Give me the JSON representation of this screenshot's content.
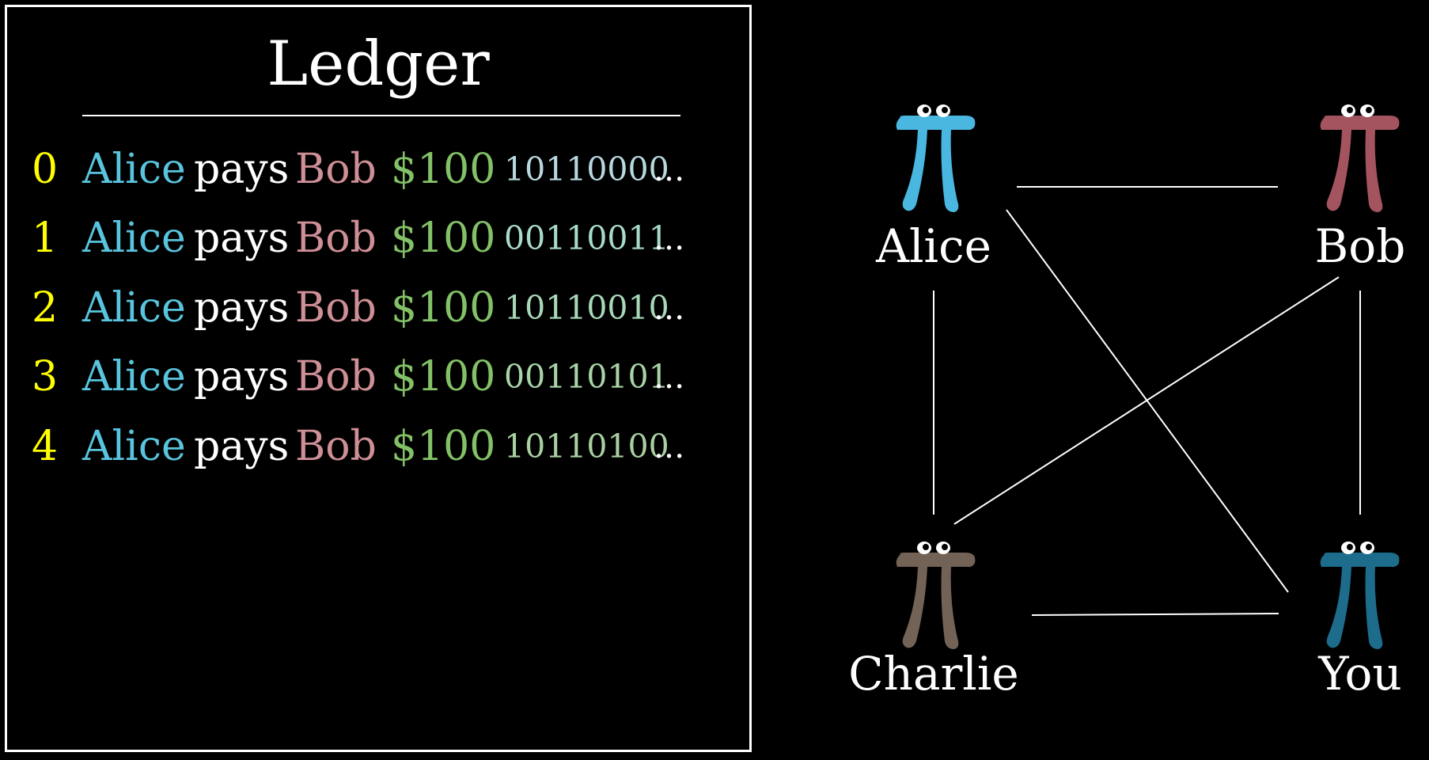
{
  "ledger": {
    "title": "Ledger",
    "rows": [
      {
        "index": "0",
        "payer": "Alice",
        "verb": "pays",
        "payee": "Bob",
        "amount": "$100",
        "hash": "10110000",
        "ellipsis": "...",
        "hash_color": "#b8d8e0"
      },
      {
        "index": "1",
        "payer": "Alice",
        "verb": "pays",
        "payee": "Bob",
        "amount": "$100",
        "hash": "00110011",
        "ellipsis": "...",
        "hash_color": "#a8dcc8"
      },
      {
        "index": "2",
        "payer": "Alice",
        "verb": "pays",
        "payee": "Bob",
        "amount": "$100",
        "hash": "10110010",
        "ellipsis": "...",
        "hash_color": "#a8d8b8"
      },
      {
        "index": "3",
        "payer": "Alice",
        "verb": "pays",
        "payee": "Bob",
        "amount": "$100",
        "hash": "00110101",
        "ellipsis": "...",
        "hash_color": "#a8d4a8"
      },
      {
        "index": "4",
        "payer": "Alice",
        "verb": "pays",
        "payee": "Bob",
        "amount": "$100",
        "hash": "10110100",
        "ellipsis": "...",
        "hash_color": "#a8d0a0"
      }
    ]
  },
  "network": {
    "nodes": [
      {
        "label": "Alice",
        "color": "#4ab7e0",
        "icon": "pi-creature-icon"
      },
      {
        "label": "Bob",
        "color": "#a4545f",
        "icon": "pi-creature-icon"
      },
      {
        "label": "Charlie",
        "color": "#736357",
        "icon": "pi-creature-icon"
      },
      {
        "label": "You",
        "color": "#1d6c8c",
        "icon": "pi-creature-icon"
      }
    ]
  },
  "colors": {
    "index": "#ffff00",
    "payer": "#58c4dd",
    "payee": "#cf8f97",
    "amount": "#83c167",
    "line": "#ffffff",
    "background": "#000000"
  }
}
